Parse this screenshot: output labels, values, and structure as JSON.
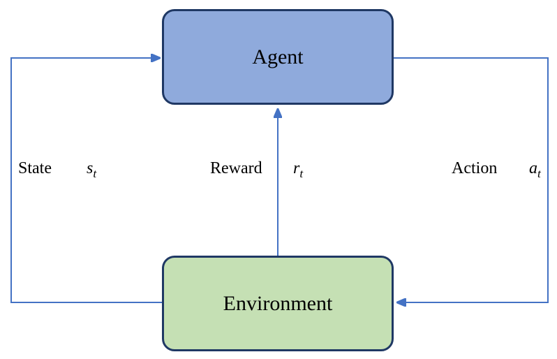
{
  "diagram": {
    "nodes": {
      "agent": {
        "label": "Agent"
      },
      "environment": {
        "label": "Environment"
      }
    },
    "edges": {
      "state": {
        "word": "State",
        "symbol": "s",
        "subscript": "t",
        "from": "Environment",
        "to": "Agent"
      },
      "reward": {
        "word": "Reward",
        "symbol": "r",
        "subscript": "t",
        "from": "Environment",
        "to": "Agent"
      },
      "action": {
        "word": "Action",
        "symbol": "a",
        "subscript": "t",
        "from": "Agent",
        "to": "Environment"
      }
    },
    "colors": {
      "agent_fill": "#8FAADC",
      "environment_fill": "#C5E0B4",
      "node_border": "#1F3864",
      "arrow": "#4472C4",
      "text": "#000000",
      "background": "#FFFFFF"
    }
  }
}
